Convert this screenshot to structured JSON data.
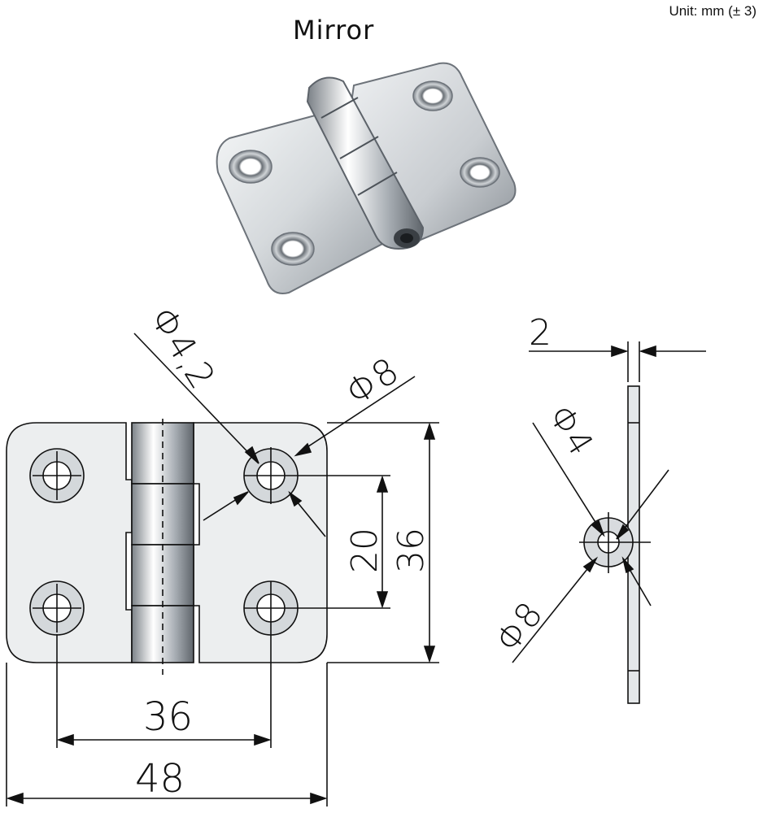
{
  "header": {
    "title": "Mirror",
    "unit": "Unit: mm (± 3)"
  },
  "drawing": {
    "dim_hole_small": "Φ4,2",
    "dim_hole_large": "Φ8",
    "dim_hole_spacing_vertical": "20",
    "dim_height": "36",
    "dim_hole_spacing_horizontal": "36",
    "dim_width": "48",
    "dim_thickness": "2",
    "dim_side_hole_small": "Φ4",
    "dim_side_hole_large": "Φ8"
  },
  "colors": {
    "steel_light": "#e9ecee",
    "steel_mid": "#b9bec3",
    "steel_dark": "#6f757b",
    "line": "#111111"
  }
}
